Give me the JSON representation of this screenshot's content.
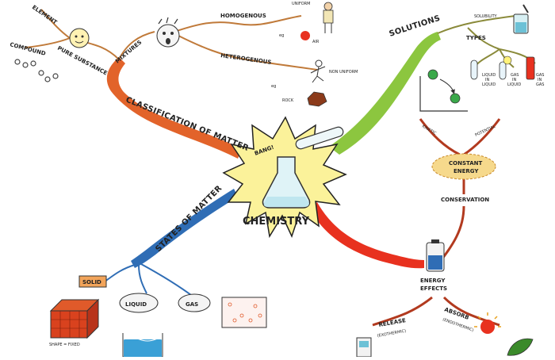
{
  "center": {
    "title": "CHEMISTRY",
    "exclaim": "BANG!"
  },
  "classification": {
    "label": "CLASSIFICATION OF MATTER",
    "element": "ELEMENT",
    "compound": "COMPOUND",
    "pure_substance": "PURE SUBSTANCE",
    "mixtures": "MIXTURES",
    "homogenous": "HOMOGENOUS",
    "heterogenous": "HETEROGENOUS",
    "uniform": "UNIFORM",
    "non_uniform": "NON UNIFORM",
    "eg1": "eg",
    "eg2": "eg",
    "air": "AIR",
    "rock": "ROCK"
  },
  "solutions": {
    "label": "SOLUTIONS",
    "solubility": "SOLUBILITY",
    "types": "TYPES",
    "liquid_in_liquid": [
      "LIQUID",
      "IN",
      "LIQUID"
    ],
    "gas_in_liquid": [
      "GAS",
      "IN",
      "LIQUID"
    ],
    "gas_in_gas": [
      "GAS",
      "IN",
      "GAS"
    ]
  },
  "energy": {
    "kinetic": "KINETIC",
    "potential": "POTENTIAL",
    "constant_energy": [
      "CONSTANT",
      "ENERGY"
    ],
    "conservation": "CONSERVATION",
    "effects": [
      "ENERGY",
      "EFFECTS"
    ],
    "release": "RELEASE",
    "exothermic": "(EXOTHERMIC)",
    "absorb": "ABSORB",
    "endothermic": "(ENDOTHERMIC)"
  },
  "states": {
    "label": "STATES OF MATTER",
    "solid": "SOLID",
    "liquid": "LIQUID",
    "gas": "GAS",
    "shape_fixed": "SHAPE = FIXED"
  },
  "colors": {
    "classification_branch": "#e2632a",
    "solutions_branch": "#8cc63f",
    "energy_branch": "#e8311f",
    "states_branch": "#2f6db5",
    "starburst": "#fbf29a"
  }
}
